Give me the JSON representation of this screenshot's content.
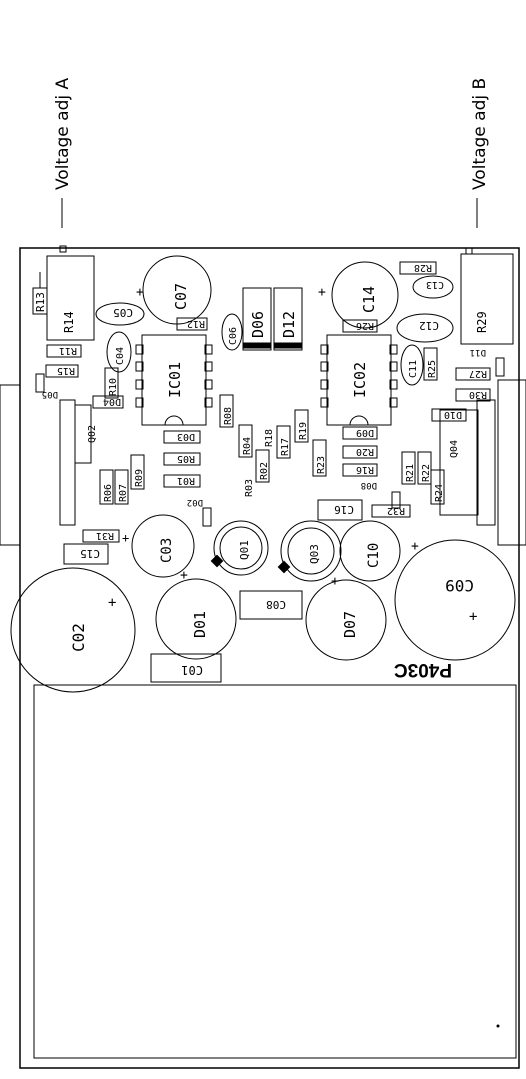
{
  "annotations": {
    "adj_a": "Voltage adj A",
    "adj_b": "Voltage adj B"
  },
  "board": {
    "title": "P403C"
  },
  "components": {
    "ic01": "IC01",
    "ic02": "IC02",
    "c01": "C01",
    "c02": "C02",
    "c03": "C03",
    "c04": "C04",
    "c05": "C05",
    "c06": "C06",
    "c07": "C07",
    "c08": "C08",
    "c09": "C09",
    "c10": "C10",
    "c11": "C11",
    "c12": "C12",
    "c13": "C13",
    "c14": "C14",
    "c15": "C15",
    "c16": "C16",
    "d01": "D01",
    "d02": "D02",
    "d03": "D03",
    "d04": "D04",
    "d05": "D05",
    "d06": "D06",
    "d07": "D07",
    "d08": "D08",
    "d09": "D09",
    "d10": "D10",
    "d11": "D11",
    "d12": "D12",
    "q01": "Q01",
    "q02": "Q02",
    "q03": "Q03",
    "q04": "Q04",
    "r01": "R01",
    "r02": "R02",
    "r03": "R03",
    "r04": "R04",
    "r05": "R05",
    "r06": "R06",
    "r07": "R07",
    "r08": "R08",
    "r09": "R09",
    "r10": "R10",
    "r11": "R11",
    "r12": "R12",
    "r13": "R13",
    "r14": "R14",
    "r15": "R15",
    "r16": "R16",
    "r17": "R17",
    "r18": "R18",
    "r19": "R19",
    "r20": "R20",
    "r21": "R21",
    "r22": "R22",
    "r23": "R23",
    "r24": "R24",
    "r25": "R25",
    "r26": "R26",
    "r27": "R27",
    "r28": "R28",
    "r29": "R29",
    "r30": "R30",
    "r31": "R31",
    "r32": "R32"
  },
  "polarity": {
    "plus": "+"
  }
}
